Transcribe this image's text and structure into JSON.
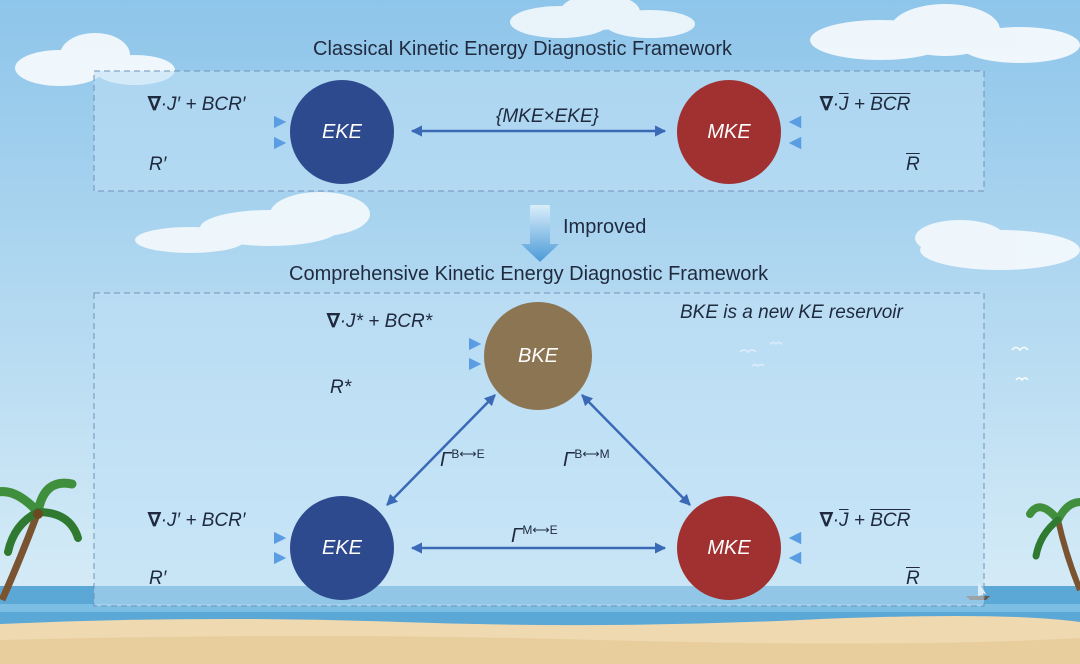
{
  "colors": {
    "sky_top": "#8ec5ea",
    "sky_bottom": "#d6ecf7",
    "sea": "#5ba7d6",
    "sand": "#efd9b0",
    "panel": "#bfe0f5",
    "panel_border": "#6f93b8",
    "eke": "#2e4a8e",
    "mke": "#a13131",
    "bke": "#8c7552",
    "arrow": "#3a6ab6",
    "input_arrow": "#5a9de2"
  },
  "top_panel": {
    "title": "Classical Kinetic Energy Diagnostic Framework",
    "left_inputs": {
      "flux": "J′ + BCR′",
      "residual": "R′"
    },
    "right_inputs": {
      "flux_j": "J",
      "flux_bcr": "BCR",
      "residual": "R"
    },
    "nodes": {
      "eke": "EKE",
      "mke": "MKE"
    },
    "link_label": "{MKE×EKE}"
  },
  "transition": {
    "label": "Improved"
  },
  "bottom_panel": {
    "title": "Comprehensive Kinetic Energy Diagnostic Framework",
    "note": "BKE is a new KE reservoir",
    "nodes": {
      "bke": "BKE",
      "eke": "EKE",
      "mke": "MKE"
    },
    "bke_inputs": {
      "flux": "J* + BCR*",
      "residual": "R*"
    },
    "eke_inputs": {
      "flux": "J′ + BCR′",
      "residual": "R′"
    },
    "mke_inputs": {
      "flux_j": "J",
      "flux_bcr": "BCR",
      "residual": "R"
    },
    "links": {
      "be": {
        "symbol": "Γ",
        "sup": "B⟷E"
      },
      "bm": {
        "symbol": "Γ",
        "sup": "B⟷M"
      },
      "me": {
        "symbol": "Γ",
        "sup": "M⟷E"
      }
    }
  },
  "icons": [
    "nabla-icon",
    "cloud-icon",
    "palm-tree-icon",
    "sailboat-icon",
    "seagull-icon",
    "down-arrow-icon"
  ]
}
